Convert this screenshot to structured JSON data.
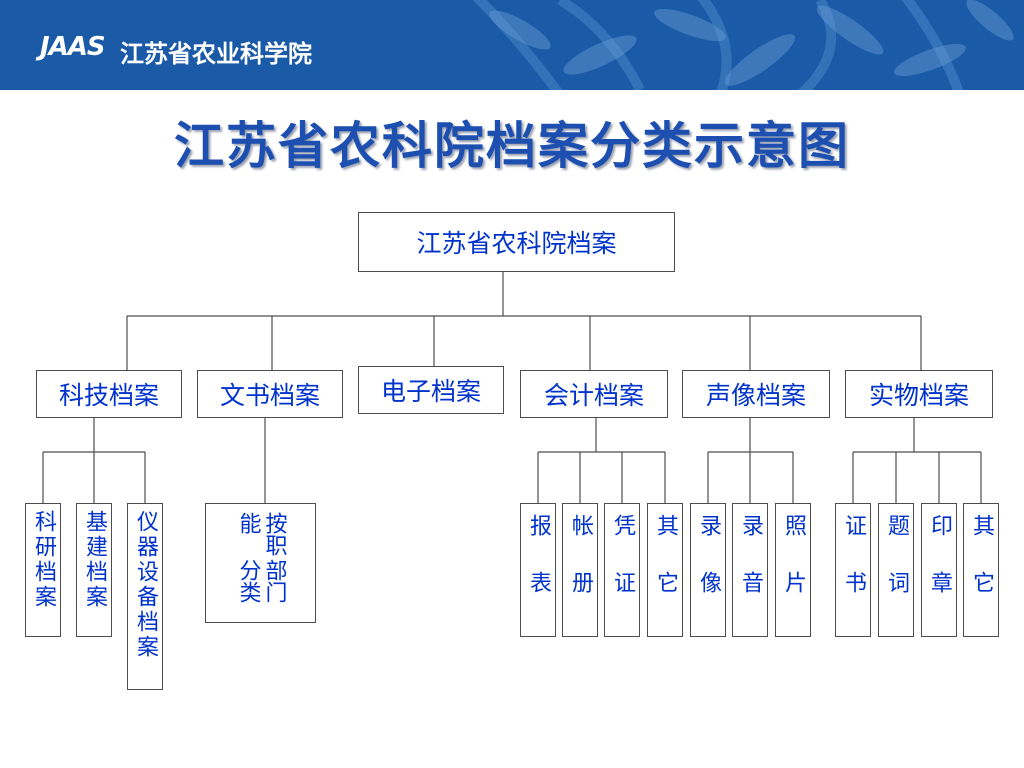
{
  "header": {
    "logo_mark": "JAAS",
    "logo_name": "江苏省农业科学院",
    "color": "#1a5aa6"
  },
  "title": "江苏省农科院档案分类示意图",
  "root": "江苏省农科院档案",
  "categories": [
    "科技档案",
    "文书档案",
    "电子档案",
    "会计档案",
    "声像档案",
    "实物档案"
  ],
  "keji": [
    "科研档案",
    "基建档案",
    "仪器设备档案"
  ],
  "wenshu": [
    "按职能",
    "部门分类"
  ],
  "kuaiji": [
    "报 表",
    "帐 册",
    "凭 证",
    "其 它"
  ],
  "shengxiang": [
    "录 像",
    "录 音",
    "照 片"
  ],
  "shiwu": [
    "证 书",
    "题 词",
    "印 章",
    "其 它"
  ],
  "colors": {
    "text": "#0033cc",
    "title": "#1c4fb0",
    "line": "#4d4d4d"
  }
}
